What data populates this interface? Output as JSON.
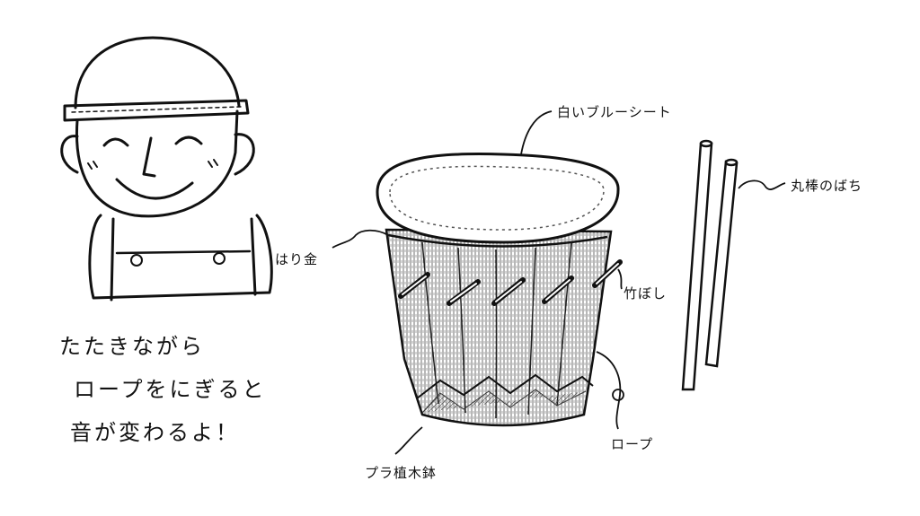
{
  "labels": {
    "sheet": "白いブルーシート",
    "sticks": "丸棒のばち",
    "wire": "はり金",
    "bamboo": "竹ぼし",
    "rope": "ロープ",
    "pot": "プラ植木鉢"
  },
  "speech": {
    "line1": "たたきながら",
    "line2": "ロープをにぎると",
    "line3": "音が変わるよ！"
  }
}
